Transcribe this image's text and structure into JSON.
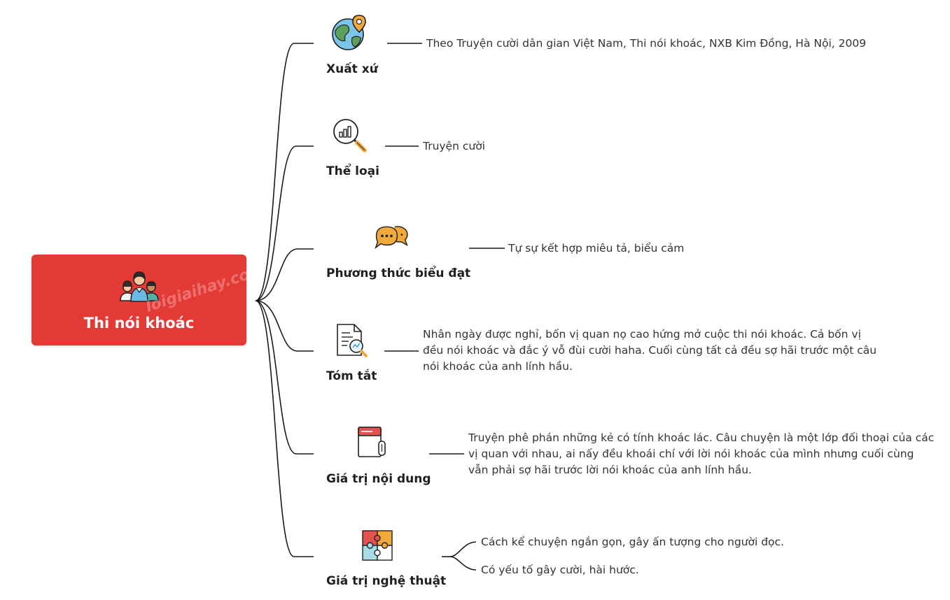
{
  "central": {
    "title": "Thi nói khoác",
    "icon": "people-group-icon",
    "color": "#e43a36"
  },
  "branches": [
    {
      "label": "Xuất xứ",
      "icon": "globe-location-icon",
      "details": [
        "Theo Truyện cười dân gian Việt Nam, Thi nói khoác, NXB Kim Đồng, Hà Nội, 2009"
      ]
    },
    {
      "label": "Thể loại",
      "icon": "chart-magnifier-icon",
      "details": [
        "Truyện cười"
      ]
    },
    {
      "label": "Phương thức biểu đạt",
      "icon": "chat-bubbles-icon",
      "details": [
        "Tự sự kết hợp miêu tả, biểu cảm"
      ]
    },
    {
      "label": "Tóm tắt",
      "icon": "document-chart-icon",
      "details": [
        "Nhân ngày được nghỉ, bốn vị quan nọ cao hứng mở cuộc thi nói khoác. Cả bốn vị đều nói khoác và đắc ý vỗ đùi cười haha. Cuối cùng tất cả đều sợ hãi trước một câu nói khoác của anh lính hầu."
      ]
    },
    {
      "label": "Giá trị nội dung",
      "icon": "notebook-icon",
      "details": [
        "Truyện phê phán những kẻ có tính khoác lác. Câu chuyện là một lớp đối thoại của các vị quan với nhau, ai nấy đều khoái chí với lời nói khoác của mình nhưng cuối cùng vẫn phải sợ hãi trước lời nói khoác của anh lính hầu."
      ]
    },
    {
      "label": "Giá trị nghệ thuật",
      "icon": "puzzle-icon",
      "details": [
        "Cách kể chuyện ngắn gọn, gây ấn tượng cho người đọc.",
        "Có yếu tố gây cười, hài hước."
      ]
    }
  ],
  "colors": {
    "line": "#1a1a1a",
    "text": "#333333",
    "icon_globe": "#5ba05b",
    "icon_pin": "#f2a93b",
    "icon_bubble": "#f2a93b",
    "icon_notebook": "#e4524f"
  }
}
